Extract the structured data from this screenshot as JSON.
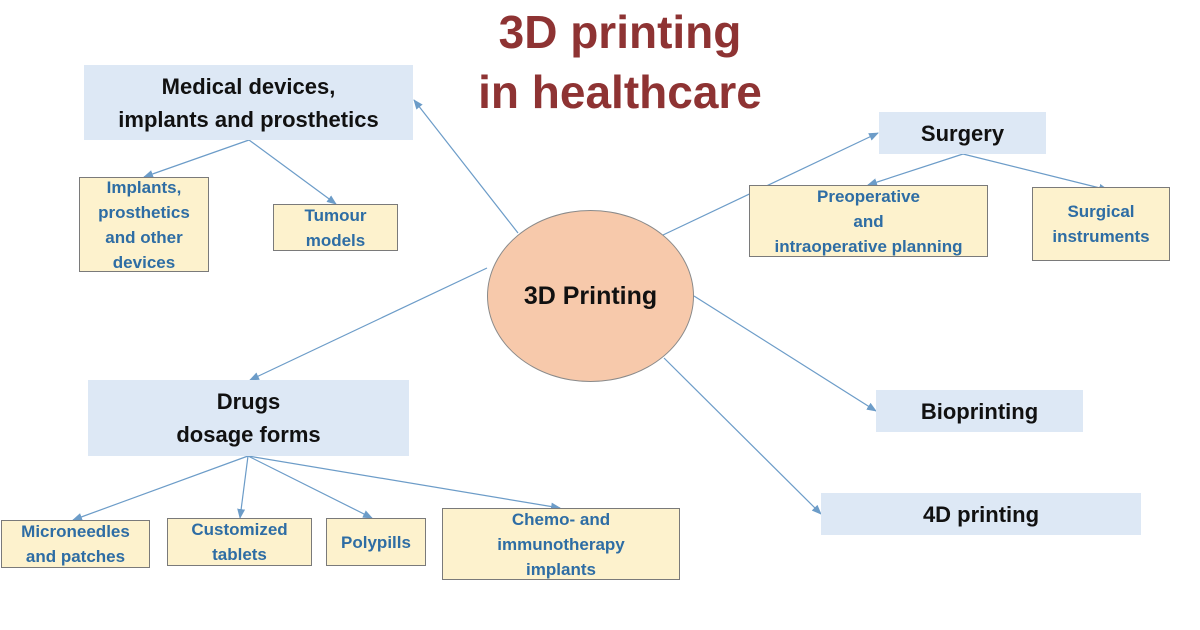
{
  "title": {
    "line1": "3D printing",
    "line2": "in healthcare"
  },
  "hub": {
    "label": "3D Printing"
  },
  "colors": {
    "title": "#8e3333",
    "hub_fill": "#f7c9ab",
    "category_fill": "#dde8f5",
    "leaf_fill": "#fdf2cd",
    "leaf_text": "#2e6da4",
    "connector": "#6c9cc8"
  },
  "categories": {
    "medical": "Medical devices,\nimplants and prosthetics",
    "surgery": "Surgery",
    "drugs": "Drugs\ndosage forms",
    "bioprinting": "Bioprinting",
    "four_d": "4D printing"
  },
  "leaves": {
    "implants": "Implants,\nprosthetics\nand other\ndevices",
    "tumour": "Tumour\nmodels",
    "preoperative": "Preoperative\nand\nintraoperative planning",
    "surgical": "Surgical\ninstruments",
    "microneedles": "Microneedles\nand patches",
    "tablets": "Customized\ntablets",
    "polypills": "Polypills",
    "chemo": "Chemo- and\nimmunotherapy\nimplants"
  }
}
